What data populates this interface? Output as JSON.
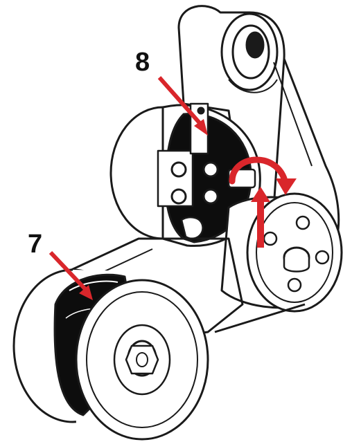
{
  "callouts": [
    {
      "label": "8",
      "part": "tensioner"
    },
    {
      "label": "7",
      "part": "drive-pulley"
    }
  ],
  "colors": {
    "line": "#1a1a1a",
    "fill": "#ffffff",
    "dark": "#0d0d0d",
    "accent": "#d9262b"
  },
  "icons": [
    "rotation-arrow-icon",
    "up-arrow-icon"
  ]
}
